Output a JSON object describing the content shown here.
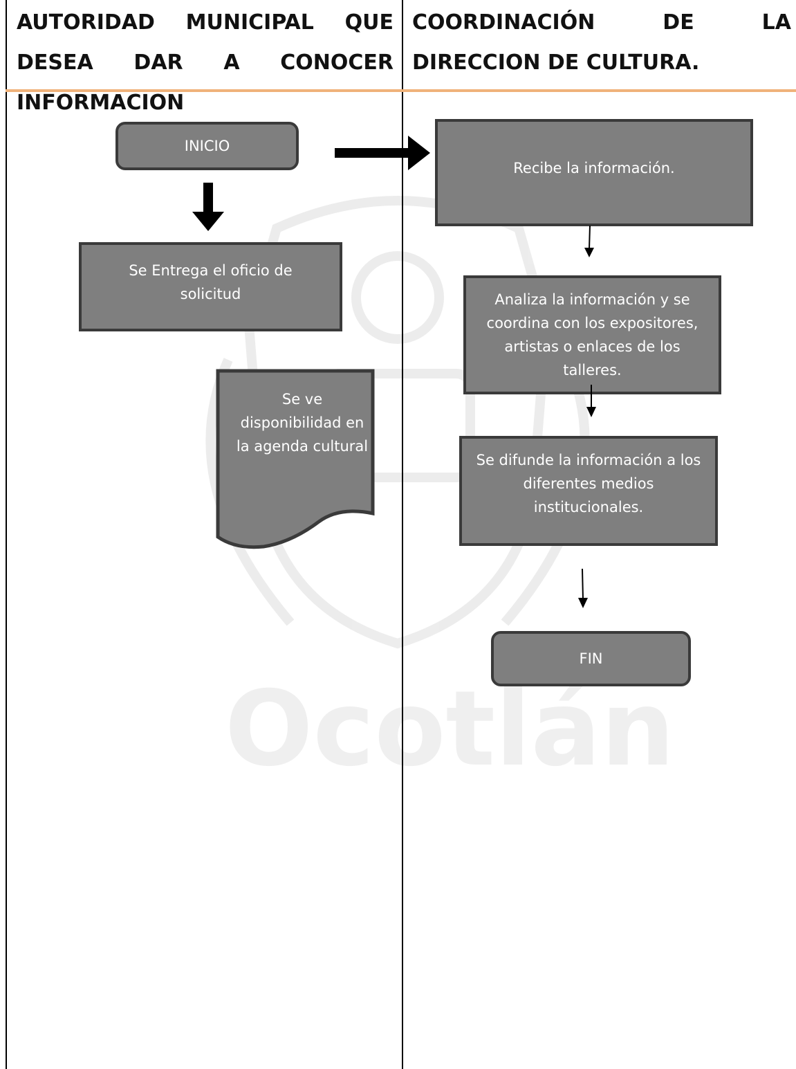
{
  "header": {
    "left": "AUTORIDAD MUNICIPAL QUE DESEA DAR A CONOCER INFORMACION",
    "right": "COORDINACIÓN DE LA DIRECCION DE CULTURA."
  },
  "left_lane": {
    "start": "INICIO",
    "deliver": "Se Entrega el oficio de solicitud",
    "agenda": "Se ve disponibilidad en la agenda cultural"
  },
  "right_lane": {
    "receive": "Recibe la información.",
    "analyze": "Analiza la información y se coordina con los expositores, artistas o enlaces de los talleres.",
    "spread": "Se difunde la información a los diferentes medios institucionales.",
    "end": "FIN"
  },
  "watermark": {
    "text": "Ocotlán"
  },
  "colors": {
    "box_fill": "#7f7f7f",
    "box_border": "#3a3a3a",
    "header_rule": "#f0b27a"
  }
}
